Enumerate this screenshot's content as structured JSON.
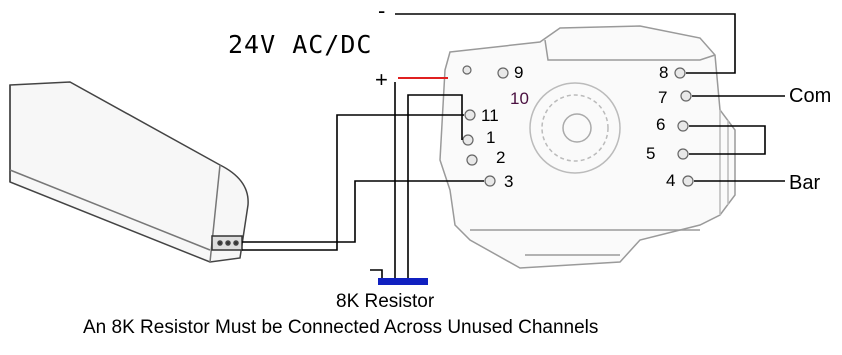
{
  "supply_label": "24V AC/DC",
  "minus_sign": "-",
  "plus_sign": "+",
  "terminals": {
    "t1": "1",
    "t2": "2",
    "t3": "3",
    "t4": "4",
    "t5": "5",
    "t6": "6",
    "t7": "7",
    "t8": "8",
    "t9": "9",
    "t10": "10",
    "t11": "11"
  },
  "com_label": "Com",
  "bar_label": "Bar",
  "resistor_label": "8K Resistor",
  "note": "An 8K Resistor Must be Connected Across Unused Channels",
  "colors": {
    "positive_wire": "#e02020",
    "resistor": "#1020c0",
    "wire": "#000000",
    "device": "#bdbdbd"
  }
}
